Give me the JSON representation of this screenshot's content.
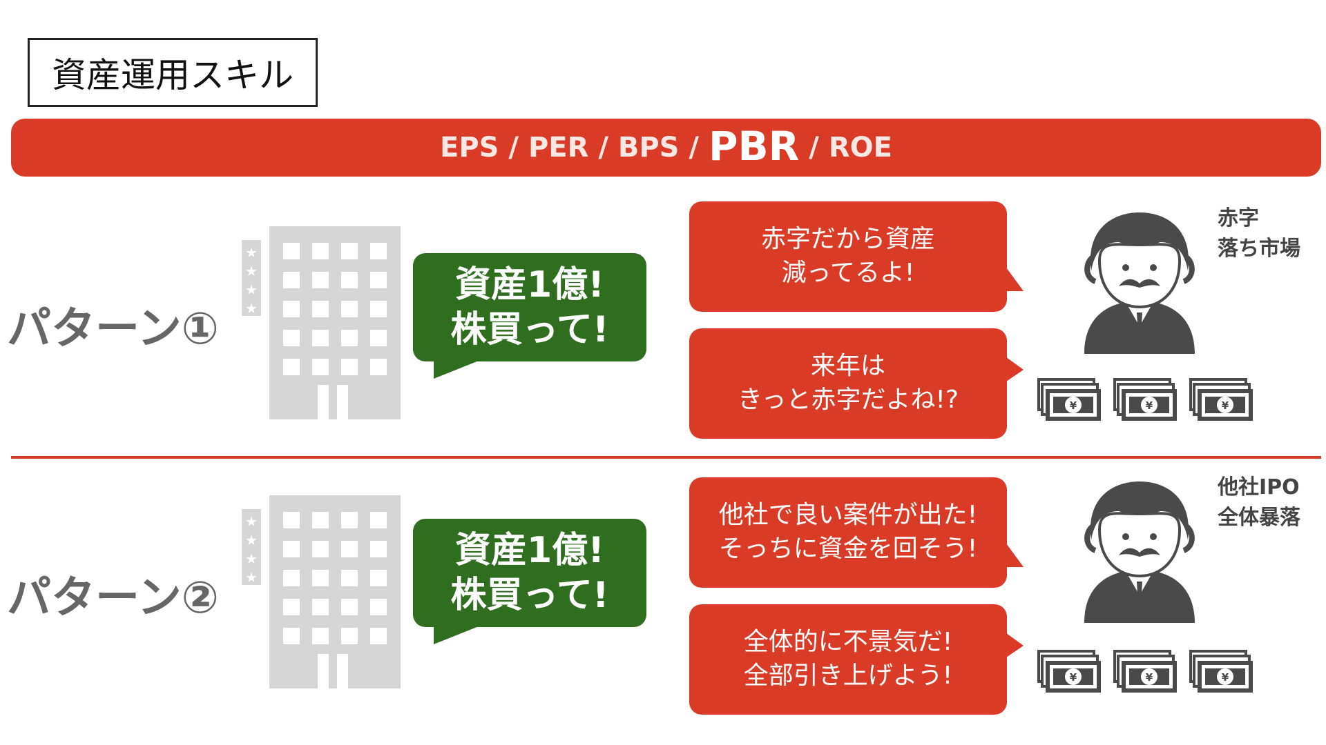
{
  "title": "資産運用スキル",
  "banner": {
    "eps": "EPS",
    "per": "PER",
    "bps": "BPS",
    "pbr": "PBR",
    "roe": "ROE",
    "separator": " / "
  },
  "colors": {
    "accent_red": "#d93b27",
    "green": "#2f6e1f",
    "gray": "#d6d6d6",
    "dark_gray": "#4a4a4a"
  },
  "patterns": [
    {
      "label": "パターン①",
      "company_bubble": [
        "資産1億!",
        "株買って!"
      ],
      "investor_bubbles": [
        [
          "赤字だから資産",
          "減ってるよ!"
        ],
        [
          "来年は",
          "きっと赤字だよね!?"
        ]
      ],
      "side_label": [
        "赤字",
        "落ち市場"
      ]
    },
    {
      "label": "パターン②",
      "company_bubble": [
        "資産1億!",
        "株買って!"
      ],
      "investor_bubbles": [
        [
          "他社で良い案件が出た!",
          "そっちに資金を回そう!"
        ],
        [
          "全体的に不景気だ!",
          "全部引き上げよう!"
        ]
      ],
      "side_label": [
        "他社IPO",
        "全体暴落"
      ]
    }
  ],
  "icons": {
    "building": "building-icon",
    "star": "star-icon",
    "investor": "investor-icon",
    "money": "yen-bills-icon",
    "yen_symbol": "¥",
    "star_glyph": "★"
  }
}
